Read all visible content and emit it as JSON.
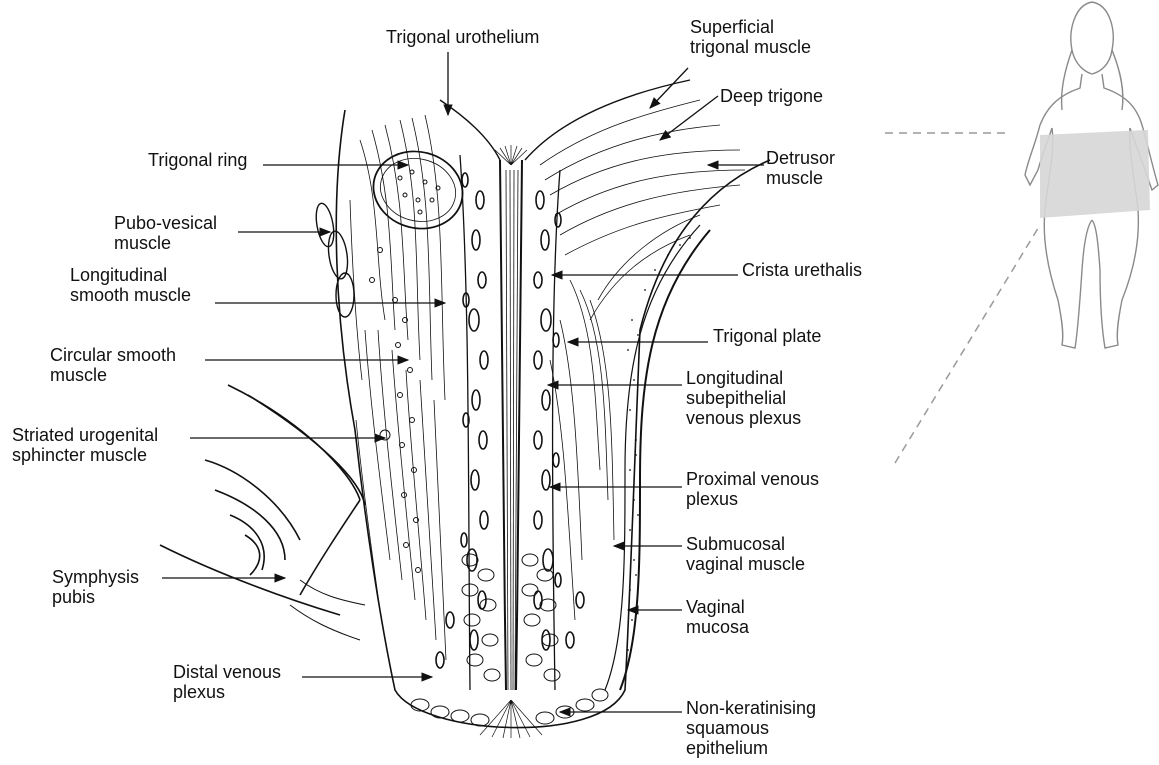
{
  "labels": {
    "trigonal_urothelium": "Trigonal urothelium",
    "superficial_trigonal_muscle": [
      "Superficial",
      "trigonal muscle"
    ],
    "deep_trigone": "Deep trigone",
    "detrusor_muscle": [
      "Detrusor",
      "muscle"
    ],
    "trigonal_ring": "Trigonal ring",
    "pubo_vesical_muscle": [
      "Pubo-vesical",
      "muscle"
    ],
    "longitudinal_smooth_muscle": [
      "Longitudinal",
      "smooth muscle"
    ],
    "crista_urethalis": "Crista urethalis",
    "trigonal_plate": "Trigonal plate",
    "circular_smooth_muscle": [
      "Circular smooth",
      "muscle"
    ],
    "longitudinal_subepithelial_venous_plexus": [
      "Longitudinal",
      "subepithelial",
      "venous plexus"
    ],
    "striated_urogenital_sphincter_muscle": [
      "Striated urogenital",
      "sphincter muscle"
    ],
    "proximal_venous_plexus": [
      "Proximal venous",
      "plexus"
    ],
    "submucosal_vaginal_muscle": [
      "Submucosal",
      "vaginal muscle"
    ],
    "symphysis_pubis": [
      "Symphysis",
      "pubis"
    ],
    "vaginal_mucosa": [
      "Vaginal",
      "mucosa"
    ],
    "distal_venous_plexus": [
      "Distal venous",
      "plexus"
    ],
    "non_keratinising_squamous_epithelium": [
      "Non-keratinising",
      "squamous",
      "epithelium"
    ]
  },
  "colors": {
    "ink": "#111111",
    "section_plane": "#d6d6d6",
    "silhouette_stroke": "#8a8a8a",
    "guide_dash": "#999999"
  }
}
